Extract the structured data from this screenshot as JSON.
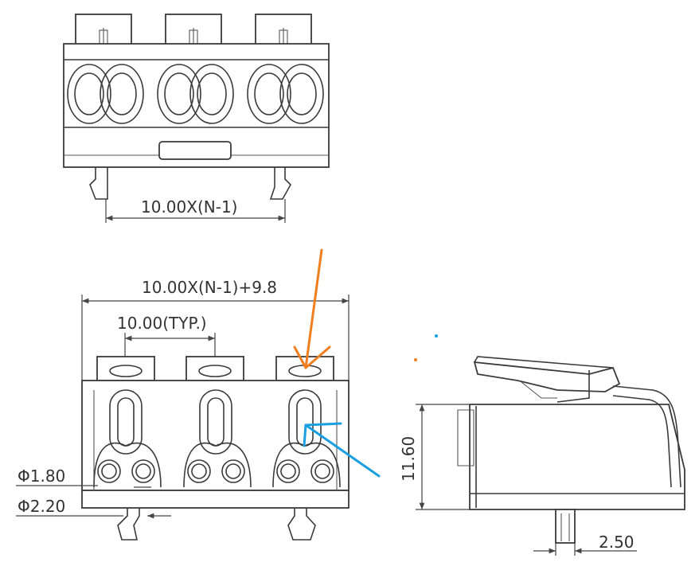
{
  "dimensions": {
    "top_pin_pitch": "10.00X(N-1)",
    "overall_length": "10.00X(N-1)+9.8",
    "pitch_typ": "10.00(TYP.)",
    "hole_small": "Φ1.80",
    "hole_large": "Φ2.20",
    "side_height": "11.60",
    "pin_offset": "2.50"
  },
  "annotations": {
    "orange_color": "#f07d1e",
    "blue_color": "#1a9fe0"
  }
}
